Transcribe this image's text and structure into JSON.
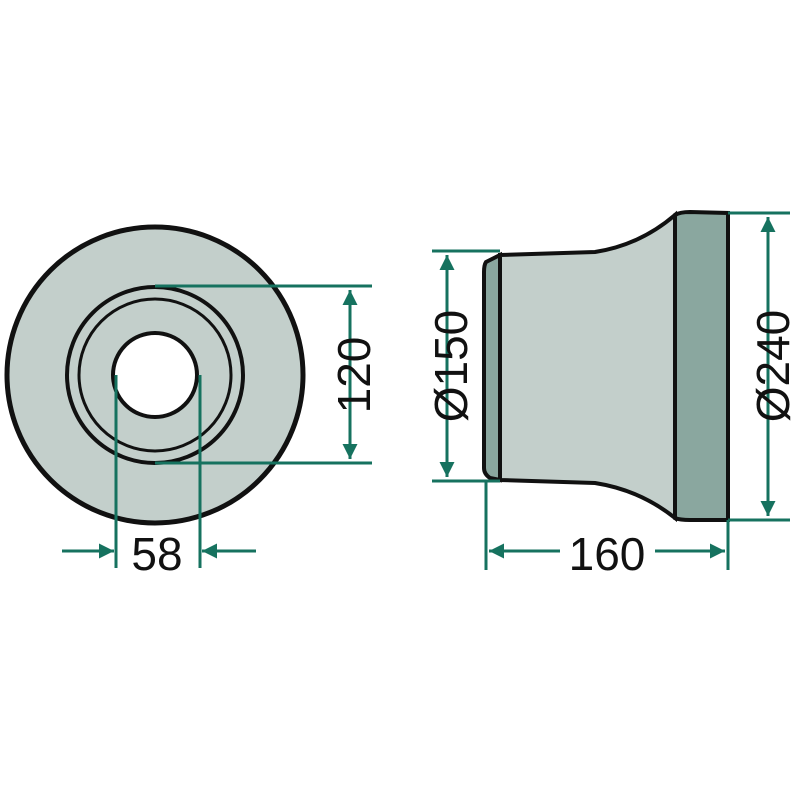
{
  "dimensions": {
    "inner_groove_diameter": "120",
    "bore_diameter": "58",
    "neck_diameter": "Ø150",
    "flange_diameter": "Ø240",
    "length": "160"
  },
  "colors": {
    "body_light": "#c3cfcb",
    "body_dark": "#8aa79f",
    "dimension_line": "#16725f",
    "outline": "#111111"
  }
}
